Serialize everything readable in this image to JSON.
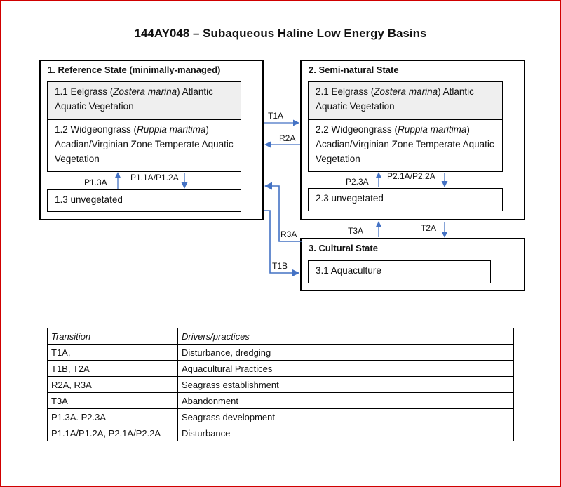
{
  "title": "144AY048 – Subaqueous Haline Low Energy Basins",
  "states": [
    {
      "title": "1.  Reference State (minimally-managed)",
      "phases": [
        {
          "pre": "1.1  Eelgrass (",
          "em": "Zostera marina",
          "post": ") Atlantic Aquatic Vegetation"
        },
        {
          "pre": "1.2  Widgeongrass (",
          "em": "Ruppia maritima",
          "post": ") Acadian/Virginian  Zone Temperate Aquatic Vegetation"
        },
        {
          "pre": "1.3  unvegetated",
          "em": "",
          "post": ""
        }
      ]
    },
    {
      "title": "2.  Semi-natural State",
      "phases": [
        {
          "pre": "2.1  Eelgrass (",
          "em": "Zostera marina",
          "post": ") Atlantic Aquatic Vegetation"
        },
        {
          "pre": "2.2  Widgeongrass (",
          "em": "Ruppia maritima",
          "post": ") Acadian/Virginian  Zone Temperate Aquatic Vegetation"
        },
        {
          "pre": "2.3  unvegetated",
          "em": "",
          "post": ""
        }
      ]
    },
    {
      "title": "3.  Cultural State",
      "phases": [
        {
          "pre": "3.1  Aquaculture",
          "em": "",
          "post": ""
        }
      ]
    }
  ],
  "arrow_labels": {
    "t1a": "T1A",
    "r2a": "R2A",
    "p13a": "P1.3A",
    "p11a_p12a": "P1.1A/P1.2A",
    "p23a": "P2.3A",
    "p21a_p22a": "P2.1A/P2.2A",
    "r3a": "R3A",
    "t1b": "T1B",
    "t3a": "T3A",
    "t2a": "T2A"
  },
  "legend": {
    "headers": [
      "Transition",
      "Drivers/practices"
    ],
    "rows": [
      [
        "T1A,",
        "Disturbance, dredging"
      ],
      [
        "T1B, T2A",
        "Aquacultural  Practices"
      ],
      [
        "R2A, R3A",
        "Seagrass establishment"
      ],
      [
        "T3A",
        "Abandonment"
      ],
      [
        "P1.3A. P2.3A",
        "Seagrass development"
      ],
      [
        "P1.1A/P1.2A, P2.1A/P2.2A",
        "Disturbance"
      ]
    ]
  },
  "colors": {
    "arrow": "#4472c4",
    "frame": "#d00000",
    "phase_shade": "#efefef"
  }
}
